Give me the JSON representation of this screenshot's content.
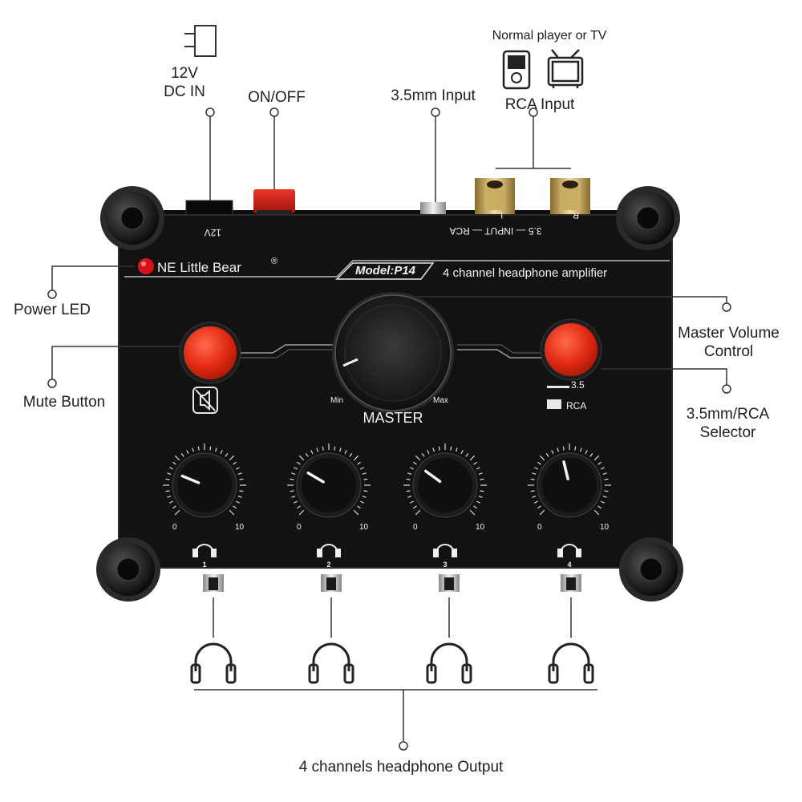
{
  "callouts": {
    "dc_in_line1": "12V",
    "dc_in_line2": "DC IN",
    "on_off": "ON/OFF",
    "input_35": "3.5mm Input",
    "source_caption": "Normal player or TV",
    "rca_input": "RCA Input",
    "power_led": "Power LED",
    "mute_button": "Mute Button",
    "master_volume_line1": "Master Volume",
    "master_volume_line2": "Control",
    "selector_line1": "3.5mm/RCA",
    "selector_line2": "Selector",
    "outputs": "4 channels headphone  Output"
  },
  "panel": {
    "brand": "NE Little Bear",
    "registered": "®",
    "model": "Model:P14",
    "subtitle": "4 channel headphone amplifier",
    "rear_dc": "12V",
    "rear_input": "3.5 — INPUT — RCA",
    "rear_l": "L",
    "rear_r": "R",
    "master_label": "MASTER",
    "master_min": "Min",
    "master_max": "Max",
    "selector_35": "3.5",
    "selector_rca": "RCA",
    "knobs": [
      {
        "channel": "1",
        "min": "0",
        "max": "10",
        "level": 0.25
      },
      {
        "channel": "2",
        "min": "0",
        "max": "10",
        "level": 0.28
      },
      {
        "channel": "3",
        "min": "0",
        "max": "10",
        "level": 0.3
      },
      {
        "channel": "4",
        "min": "0",
        "max": "10",
        "level": 0.45
      }
    ]
  },
  "colors": {
    "panel": "#111111",
    "button_red": "#e22a14",
    "led_red": "#d8121a",
    "callout_line": "#333333"
  }
}
